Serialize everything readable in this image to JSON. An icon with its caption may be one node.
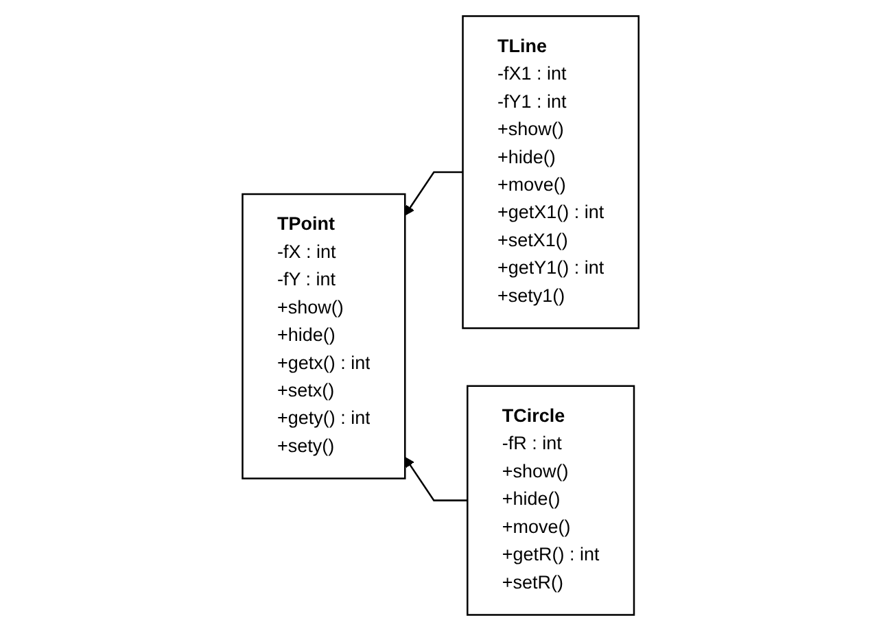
{
  "diagram": {
    "nodes": [
      {
        "text": [
          "TPoint",
          "-fX : int",
          "-fY : int",
          "+show()",
          "+hide()",
          "+getx() : int",
          "+setx()",
          "+gety() : int",
          "+sety()"
        ]
      },
      {
        "text": [
          "TLine",
          "-fX1 : int",
          "-fY1 : int",
          "+show()",
          "+hide()",
          "+move()",
          "+getX1() : int",
          "+setX1()",
          "+getY1() : int",
          "+sety1()"
        ]
      },
      {
        "text": [
          "TCircle",
          "-fR : int",
          "+show()",
          "+hide()",
          "+move()",
          "+getR() : int",
          "+setR()"
        ]
      }
    ],
    "edges": [
      {
        "from": 1,
        "to": 0,
        "arrow": "to"
      },
      {
        "from": 2,
        "to": 0,
        "arrow": "to"
      }
    ]
  }
}
